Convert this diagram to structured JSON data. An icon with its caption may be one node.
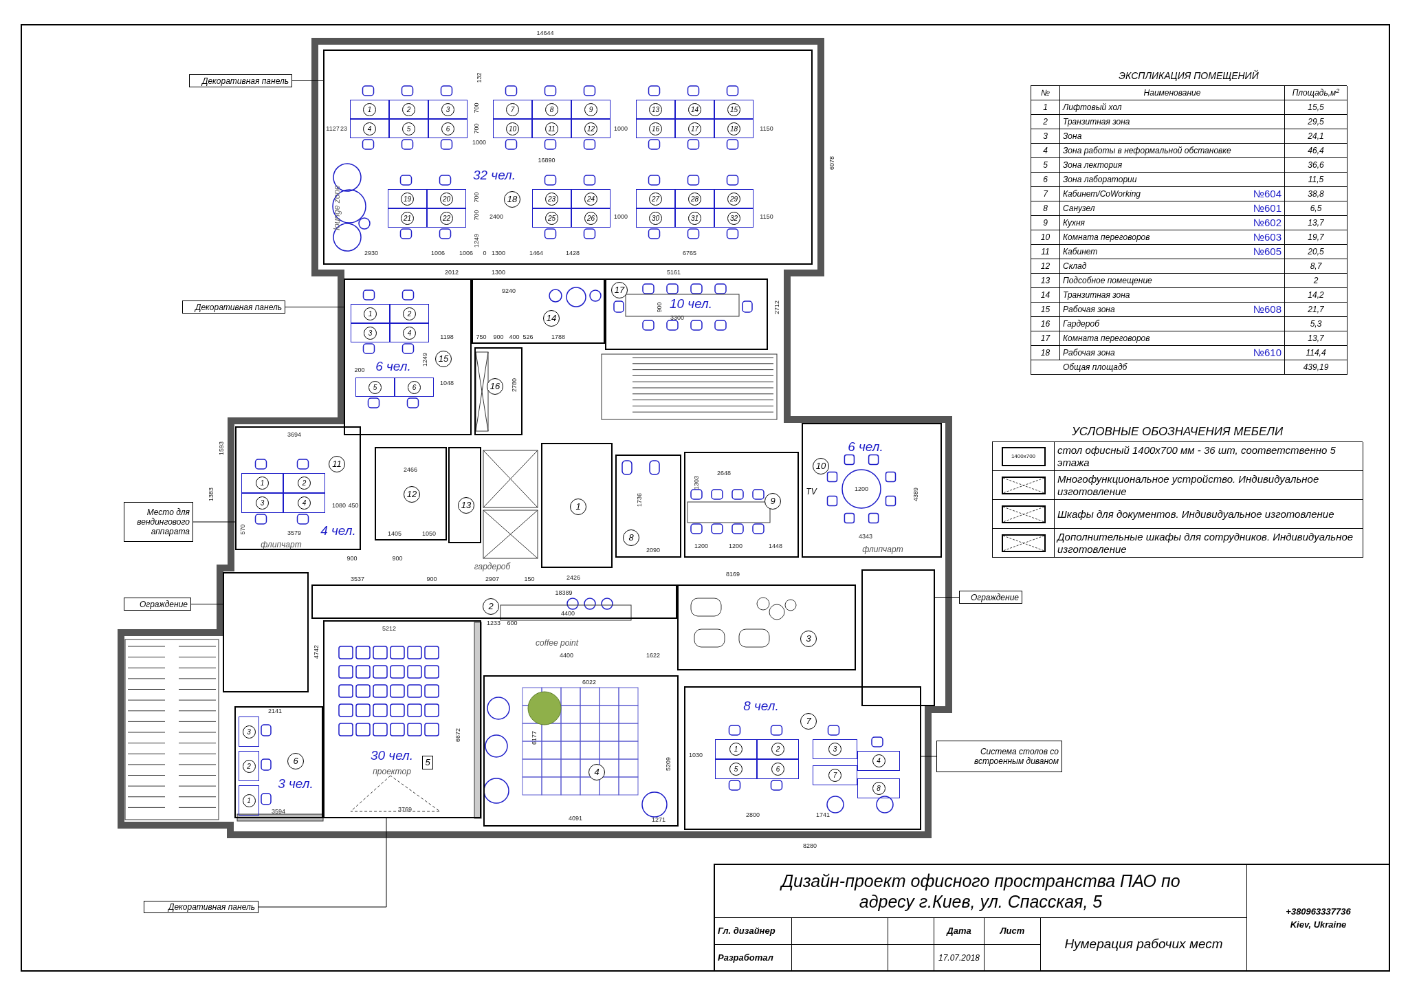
{
  "diagram": {
    "title": "Дизайн-проект офисного пространства ПАО по адресу г.Киев, ул. Спасская, 5",
    "nodes": [
      {
        "text": [
          "Декоративная панель"
        ]
      },
      {
        "text": [
          "32 чел.",
          "18",
          "lounge zone"
        ]
      },
      {
        "text": [
          "1"
        ],
        "in": 1
      },
      {
        "text": [
          "2"
        ],
        "in": 1
      },
      {
        "text": [
          "3"
        ],
        "in": 1
      },
      {
        "text": [
          "4"
        ],
        "in": 1
      },
      {
        "text": [
          "5"
        ],
        "in": 1
      },
      {
        "text": [
          "6"
        ],
        "in": 1
      },
      {
        "text": [
          "7"
        ],
        "in": 1
      },
      {
        "text": [
          "8"
        ],
        "in": 1
      },
      {
        "text": [
          "9"
        ],
        "in": 1
      },
      {
        "text": [
          "10"
        ],
        "in": 1
      },
      {
        "text": [
          "11"
        ],
        "in": 1
      },
      {
        "text": [
          "12"
        ],
        "in": 1
      },
      {
        "text": [
          "13"
        ],
        "in": 1
      },
      {
        "text": [
          "14"
        ],
        "in": 1
      },
      {
        "text": [
          "15"
        ],
        "in": 1
      },
      {
        "text": [
          "16"
        ],
        "in": 1
      },
      {
        "text": [
          "17"
        ],
        "in": 1
      },
      {
        "text": [
          "18"
        ],
        "in": 1
      },
      {
        "text": [
          "19"
        ],
        "in": 1
      },
      {
        "text": [
          "20"
        ],
        "in": 1
      },
      {
        "text": [
          "21"
        ],
        "in": 1
      },
      {
        "text": [
          "22"
        ],
        "in": 1
      },
      {
        "text": [
          "23"
        ],
        "in": 1
      },
      {
        "text": [
          "24"
        ],
        "in": 1
      },
      {
        "text": [
          "25"
        ],
        "in": 1
      },
      {
        "text": [
          "26"
        ],
        "in": 1
      },
      {
        "text": [
          "27"
        ],
        "in": 1
      },
      {
        "text": [
          "28"
        ],
        "in": 1
      },
      {
        "text": [
          "29"
        ],
        "in": 1
      },
      {
        "text": [
          "30"
        ],
        "in": 1
      },
      {
        "text": [
          "31"
        ],
        "in": 1
      },
      {
        "text": [
          "32"
        ],
        "in": 1
      },
      {
        "text": [
          "Декоративная панель"
        ]
      },
      {
        "text": [
          "17",
          "10 чел."
        ]
      },
      {
        "text": [
          "14"
        ]
      },
      {
        "text": [
          "15",
          "6 чел."
        ]
      },
      {
        "text": [
          "1"
        ],
        "in": 37
      },
      {
        "text": [
          "2"
        ],
        "in": 37
      },
      {
        "text": [
          "3"
        ],
        "in": 37
      },
      {
        "text": [
          "4"
        ],
        "in": 37
      },
      {
        "text": [
          "5"
        ],
        "in": 37
      },
      {
        "text": [
          "6"
        ],
        "in": 37
      },
      {
        "text": [
          "16"
        ]
      },
      {
        "text": [
          "11",
          "4 чел.",
          "флипчарт"
        ]
      },
      {
        "text": [
          "1"
        ],
        "in": 45
      },
      {
        "text": [
          "2"
        ],
        "in": 45
      },
      {
        "text": [
          "3"
        ],
        "in": 45
      },
      {
        "text": [
          "4"
        ],
        "in": 45
      },
      {
        "text": [
          "12"
        ]
      },
      {
        "text": [
          "13"
        ]
      },
      {
        "text": [
          "1"
        ]
      },
      {
        "text": [
          "8"
        ]
      },
      {
        "text": [
          "9"
        ]
      },
      {
        "text": [
          "10",
          "6 чел.",
          "TV",
          "флипчарт"
        ]
      },
      {
        "text": [
          "Место для вендингового аппарата"
        ]
      },
      {
        "text": [
          "Ограждение"
        ]
      },
      {
        "text": [],
        "shape": "box"
      },
      {
        "text": [
          "2"
        ]
      },
      {
        "text": [
          "3"
        ]
      },
      {
        "text": [],
        "shape": "box"
      },
      {
        "text": [
          "Ограждение"
        ]
      },
      {
        "text": [
          "30 чел.",
          "5",
          "проектор"
        ]
      },
      {
        "text": [
          "6",
          "3 чел."
        ]
      },
      {
        "text": [
          "3"
        ],
        "in": 64
      },
      {
        "text": [
          "2"
        ],
        "in": 64
      },
      {
        "text": [
          "1"
        ],
        "in": 64
      },
      {
        "text": [
          "4"
        ]
      },
      {
        "text": [
          "8 чел.",
          "7"
        ]
      },
      {
        "text": [
          "1"
        ],
        "in": 69
      },
      {
        "text": [
          "2"
        ],
        "in": 69
      },
      {
        "text": [
          "3"
        ],
        "in": 69
      },
      {
        "text": [
          "4"
        ],
        "in": 69
      },
      {
        "text": [
          "5"
        ],
        "in": 69
      },
      {
        "text": [
          "6"
        ],
        "in": 69
      },
      {
        "text": [
          "7"
        ],
        "in": 69
      },
      {
        "text": [
          "8"
        ],
        "in": 69
      },
      {
        "text": [
          "Система столов со встроенным диваном"
        ]
      },
      {
        "text": [
          "Декоративная панель"
        ]
      }
    ],
    "edges": [
      {
        "from": 0,
        "to": 1,
        "arrow": "none"
      },
      {
        "from": 34,
        "to": 37,
        "arrow": "none"
      },
      {
        "from": 56,
        "to": 45,
        "arrow": "none"
      },
      {
        "from": 57,
        "to": 58,
        "arrow": "none"
      },
      {
        "from": 62,
        "to": 61,
        "arrow": "none"
      },
      {
        "from": 78,
        "to": 69,
        "arrow": "none"
      },
      {
        "from": 79,
        "to": 63,
        "arrow": "none"
      }
    ],
    "labels": [
      "гардероб",
      "coffee point",
      "14644",
      "132",
      "700",
      "700",
      "1000",
      "1127",
      "23",
      "1000",
      "1150",
      "16890",
      "6078",
      "700",
      "700",
      "2400",
      "1000",
      "1150",
      "1249",
      "2930",
      "1006",
      "1006",
      "0",
      "1300",
      "1464",
      "1428",
      "6765",
      "2012",
      "1300",
      "5161",
      "9240",
      "900",
      "3300",
      "2712",
      "1198",
      "750",
      "900",
      "400",
      "526",
      "1788",
      "1249",
      "200",
      "1048",
      "2780",
      "3694",
      "1593",
      "1383",
      "1080",
      "450",
      "570",
      "3579",
      "2466",
      "1405",
      "1050",
      "900",
      "900",
      "3537",
      "900",
      "2907",
      "150",
      "2426",
      "1736",
      "2090",
      "2648",
      "1303",
      "1200",
      "1200",
      "1448",
      "1200",
      "4343",
      "4389",
      "18389",
      "8169",
      "5212",
      "4400",
      "1233",
      "600",
      "4400",
      "1622",
      "6022",
      "4742",
      "2141",
      "3594",
      "3769",
      "6672",
      "6177",
      "5209",
      "4091",
      "1271",
      "1030",
      "2800",
      "1741",
      "8280",
      "ЭКСПЛИКАЦИЯ ПОМЕЩЕНИЙ",
      "№",
      "Наименование",
      "Площадь,м$^{2}$",
      "1",
      "Лифтовый хол",
      "15,5",
      "2",
      "Транзитная зона",
      "29,5",
      "3",
      "Зона",
      "24,1",
      "4",
      "Зона работы в неформальной обстановке",
      "46,4",
      "5",
      "Зона лектория",
      "36,6",
      "6",
      "Зона лаборатории",
      "11,5",
      "7",
      "Кабинет/CoWorking",
      "№604",
      "38,8",
      "8",
      "Санузел",
      "№601",
      "6,5",
      "9",
      "Кухня",
      "№602",
      "13,7",
      "10",
      "Комната переговоров",
      "№603",
      "19,7",
      "11",
      "Кабинет",
      "№605",
      "20,5",
      "12",
      "Склад",
      "8,7",
      "13",
      "Подсобное помещение",
      "2",
      "14",
      "Транзитная зона",
      "14,2",
      "15",
      "Рабочая зона",
      "№608",
      "21,7",
      "16",
      "Гардероб",
      "5,3",
      "17",
      "Комната переговоров",
      "13,7",
      "18",
      "Рабочая зона",
      "№610",
      "114,4",
      "Общая площадб",
      "439,19",
      "УСЛОВНЫЕ ОБОЗНАЧЕНИЯ МЕБЕЛИ",
      "1400x700",
      "Гл. дизайнер",
      "Дата",
      "Лист",
      "Разработал",
      "17.07.2018",
      "Нумерация рабочих мест",
      "+380963337736",
      "Kiev, Ukraine"
    ],
    "legend": [
      {
        "text": "стол офисный 1400x700 мм - 36 шт, соответственно 5 этажа"
      },
      {
        "text": "Многофункциональное устройство. Индивидуальное изготовление"
      },
      {
        "text": "Шкафы для документов. Индивидуальное изготовление"
      },
      {
        "text": "Дополнительные шкафы  для сотрудников. Индивидуальное изготовление"
      }
    ]
  }
}
